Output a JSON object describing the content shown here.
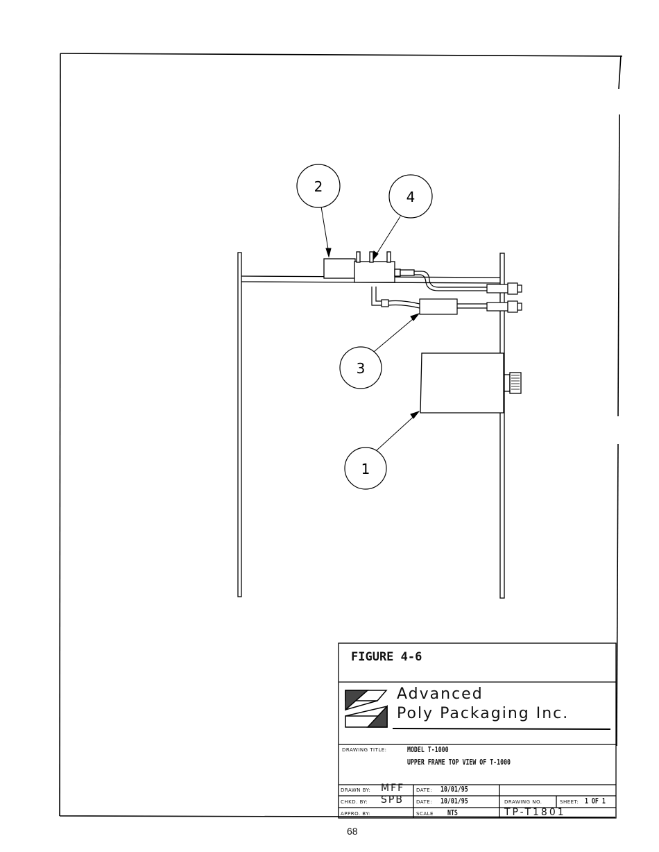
{
  "callouts": [
    "1",
    "2",
    "3",
    "4"
  ],
  "title_block": {
    "figure": "FIGURE  4-6",
    "company_line1": "Advanced",
    "company_line2": "Poly Packaging Inc.",
    "drawing_title_label": "DRAWING TITLE:",
    "drawing_title_line1": "MODEL T-1000",
    "drawing_title_line2": "UPPER FRAME TOP VIEW OF T-1000",
    "drawn_by_label": "DRAWN BY:",
    "drawn_by": "MFF",
    "chkd_by_label": "CHKD. BY:",
    "chkd_by": "SPB",
    "appd_by_label": "APPRO. BY:",
    "date_label": "DATE:",
    "date1": "10/01/95",
    "date2": "10/01/95",
    "scale_label": "SCALE",
    "scale": "NTS",
    "drawing_no_label": "DRAWING NO.",
    "drawing_no": "TP-T1801",
    "sheet_label": "SHEET:",
    "sheet": "1 OF 1"
  },
  "page_number": "68"
}
